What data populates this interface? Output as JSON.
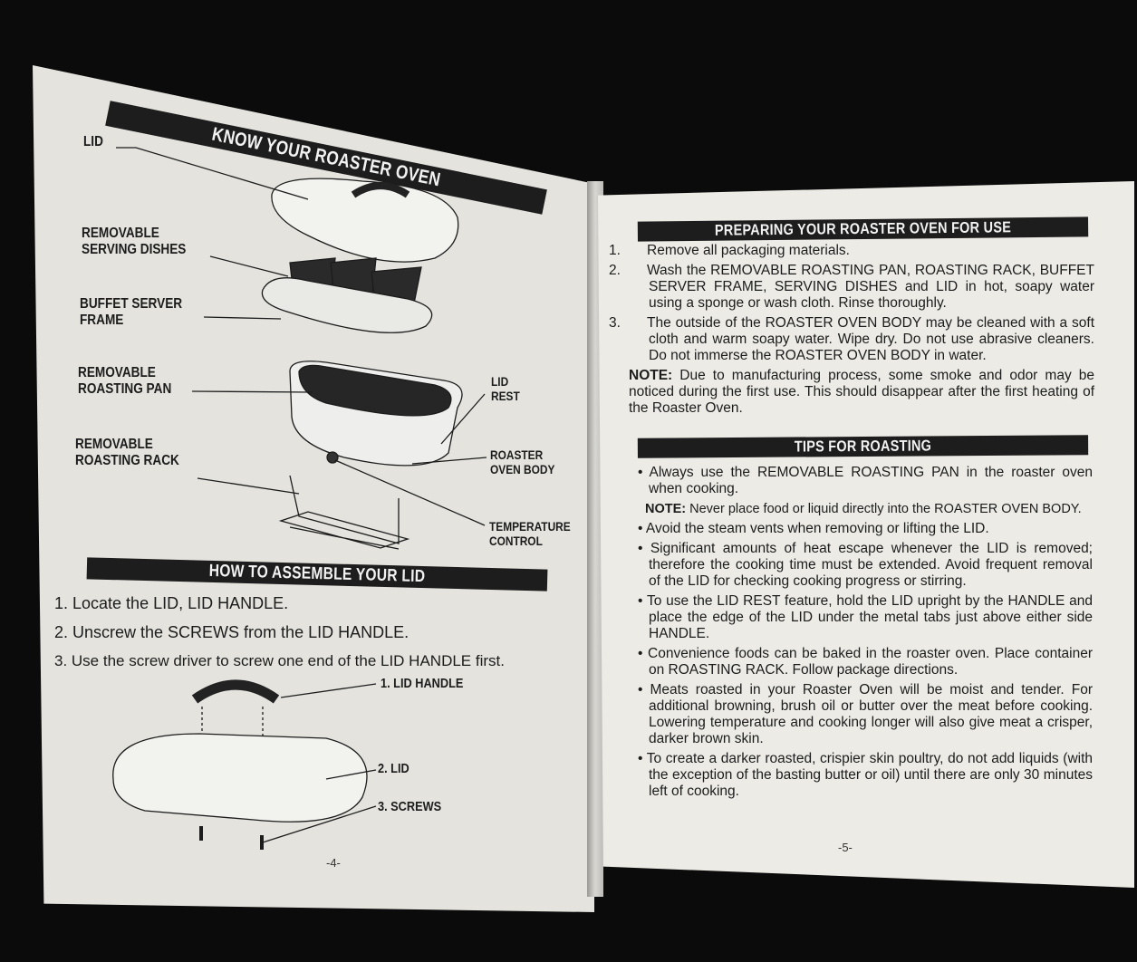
{
  "left_page": {
    "title": "KNOW YOUR ROASTER OVEN",
    "parts": {
      "lid": "LID",
      "serving_dishes": [
        "REMOVABLE",
        "SERVING DISHES"
      ],
      "buffet_frame": [
        "BUFFET SERVER",
        "FRAME"
      ],
      "roasting_pan": [
        "REMOVABLE",
        "ROASTING PAN"
      ],
      "roasting_rack": [
        "REMOVABLE",
        "ROASTING RACK"
      ],
      "lid_rest": [
        "LID",
        "REST"
      ],
      "oven_body": [
        "ROASTER",
        "OVEN BODY"
      ],
      "temperature_control": [
        "TEMPERATURE",
        "CONTROL"
      ]
    },
    "assemble_title": "HOW TO ASSEMBLE YOUR LID",
    "assemble_steps": [
      "1. Locate the LID, LID HANDLE.",
      "2. Unscrew the SCREWS from the LID HANDLE.",
      "3. Use the screw driver to screw one end of the LID HANDLE first."
    ],
    "assembly_labels": [
      "1. LID HANDLE",
      "2. LID",
      "3. SCREWS"
    ],
    "page_number": "-4-"
  },
  "right_page": {
    "prep_title": "PREPARING YOUR ROASTER OVEN FOR USE",
    "prep_steps": [
      {
        "n": "1.",
        "text": "Remove all packaging materials."
      },
      {
        "n": "2.",
        "text": "Wash the REMOVABLE ROASTING PAN, ROASTING RACK, BUFFET SERVER FRAME, SERVING DISHES and LID in hot, soapy water using a sponge or wash cloth. Rinse thoroughly."
      },
      {
        "n": "3.",
        "text": "The outside of the ROASTER OVEN BODY may be cleaned with a soft cloth and warm soapy water. Wipe dry. Do not use abrasive cleaners. Do not immerse the ROASTER OVEN BODY in water."
      }
    ],
    "prep_note_label": "NOTE:",
    "prep_note": "Due to manufacturing process, some smoke and odor may be noticed during the first use. This should disappear after the first heating of the Roaster Oven.",
    "tips_title": "TIPS FOR ROASTING",
    "tip1": "Always use the REMOVABLE ROASTING PAN in the roaster oven when cooking.",
    "tip1_note_label": "NOTE:",
    "tip1_note": "Never place food or liquid directly into the ROASTER OVEN BODY.",
    "tips": [
      "Avoid the steam vents when removing or lifting the LID.",
      "Significant amounts of heat escape whenever the LID is removed; therefore the cooking time must be extended. Avoid frequent removal of the LID for checking cooking progress or stirring.",
      "To use the LID REST feature, hold the LID upright by the HANDLE and place the edge of the LID under the metal tabs just above either side HANDLE.",
      "Convenience foods can be baked in the roaster oven. Place container on ROASTING RACK. Follow package directions.",
      "Meats roasted in your Roaster Oven will be moist and tender. For additional browning, brush oil or butter over the meat before cooking. Lowering temperature and cooking longer will also give meat a crisper, darker brown skin.",
      "To create a darker roasted, crispier skin poultry, do not add liquids (with the exception of the basting butter or oil) until there are only 30 minutes left of cooking."
    ],
    "page_number": "-5-"
  }
}
